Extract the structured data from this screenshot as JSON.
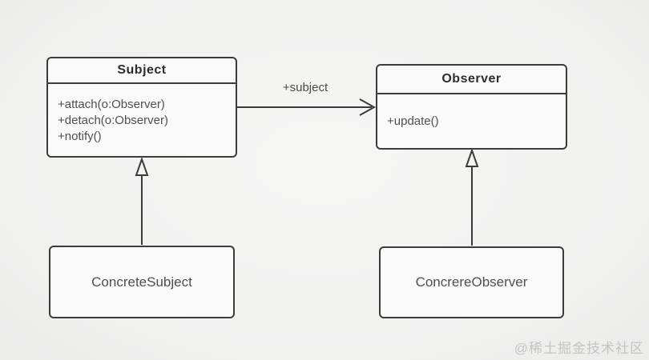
{
  "diagram": {
    "subject_class": {
      "title": "Subject",
      "methods": [
        "+attach(o:Observer)",
        "+detach(o:Observer)",
        "+notify()"
      ]
    },
    "observer_class": {
      "title": "Observer",
      "methods": [
        "+update()"
      ]
    },
    "concrete_subject_class": {
      "name": "ConcreteSubject"
    },
    "concrete_observer_class": {
      "name": "ConcrereObserver"
    },
    "association": {
      "label": "+subject"
    },
    "colors": {
      "line": "#3b3b3b",
      "background": "#f1f1f1",
      "box_fill": "#fafafa",
      "title_text": "#2d2d2d",
      "body_text": "#4f4f4f",
      "watermark_text": "#c4c4c4"
    }
  },
  "watermark": {
    "text": "@稀土掘金技术社区"
  }
}
